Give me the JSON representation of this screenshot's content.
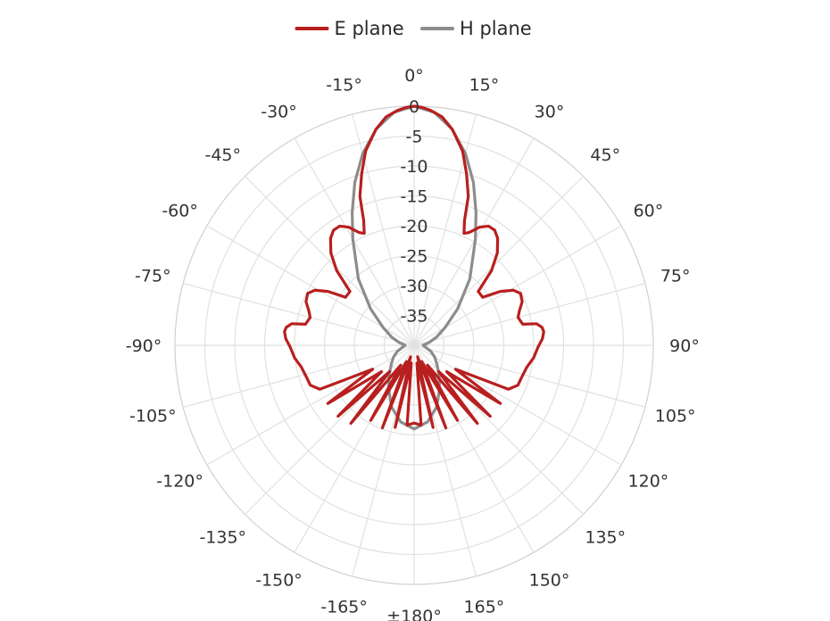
{
  "chart_data": {
    "type": "polar-line",
    "angle_unit": "degrees",
    "angle_zero": "top",
    "angle_direction": "clockwise",
    "angle_ticks": [
      {
        "deg": 0,
        "label": "0°"
      },
      {
        "deg": 15,
        "label": "15°"
      },
      {
        "deg": 30,
        "label": "30°"
      },
      {
        "deg": 45,
        "label": "45°"
      },
      {
        "deg": 60,
        "label": "60°"
      },
      {
        "deg": 75,
        "label": "75°"
      },
      {
        "deg": 90,
        "label": "90°"
      },
      {
        "deg": 105,
        "label": "105°"
      },
      {
        "deg": 120,
        "label": "120°"
      },
      {
        "deg": 135,
        "label": "135°"
      },
      {
        "deg": 150,
        "label": "150°"
      },
      {
        "deg": 165,
        "label": "165°"
      },
      {
        "deg": 180,
        "label": "±180°"
      },
      {
        "deg": -165,
        "label": "-165°"
      },
      {
        "deg": -150,
        "label": "-150°"
      },
      {
        "deg": -135,
        "label": "-135°"
      },
      {
        "deg": -120,
        "label": "-120°"
      },
      {
        "deg": -105,
        "label": "-105°"
      },
      {
        "deg": -90,
        "label": "-90°"
      },
      {
        "deg": -75,
        "label": "-75°"
      },
      {
        "deg": -60,
        "label": "-60°"
      },
      {
        "deg": -45,
        "label": "-45°"
      },
      {
        "deg": -30,
        "label": "-30°"
      },
      {
        "deg": -15,
        "label": "-15°"
      }
    ],
    "radial_ticks": [
      {
        "value": 0,
        "label": "0"
      },
      {
        "value": -5,
        "label": "-5"
      },
      {
        "value": -10,
        "label": "-10"
      },
      {
        "value": -15,
        "label": "-15"
      },
      {
        "value": -20,
        "label": "-20"
      },
      {
        "value": -25,
        "label": "-25"
      },
      {
        "value": -30,
        "label": "-30"
      },
      {
        "value": -35,
        "label": "-35"
      }
    ],
    "rlim": [
      -40,
      0
    ],
    "grid": true,
    "legend_position": "top",
    "series": [
      {
        "name": "E plane",
        "color": "#b81f1f",
        "points": [
          [
            -180,
            -27
          ],
          [
            -175,
            -26.6
          ],
          [
            -171,
            -37
          ],
          [
            -167,
            -25.9
          ],
          [
            -163,
            -38
          ],
          [
            -159,
            -25.2
          ],
          [
            -155,
            -37
          ],
          [
            -150,
            -25.5
          ],
          [
            -146,
            -36
          ],
          [
            -141,
            -23.2
          ],
          [
            -137,
            -34
          ],
          [
            -133,
            -22.6
          ],
          [
            -129,
            -33
          ],
          [
            -124,
            -22.6
          ],
          [
            -120,
            -32
          ],
          [
            -115,
            -22.6
          ],
          [
            -111,
            -21.4
          ],
          [
            -106,
            -21.2
          ],
          [
            -101,
            -20.8
          ],
          [
            -96,
            -19.9
          ],
          [
            -91,
            -19.3
          ],
          [
            -87,
            -18.5
          ],
          [
            -84,
            -18.2
          ],
          [
            -82,
            -18.4
          ],
          [
            -80,
            -19.2
          ],
          [
            -79,
            -21.5
          ],
          [
            -75,
            -22
          ],
          [
            -72,
            -21.5
          ],
          [
            -68,
            -20.5
          ],
          [
            -64,
            -20.2
          ],
          [
            -61,
            -21
          ],
          [
            -58,
            -23
          ],
          [
            -55,
            -26
          ],
          [
            -50,
            -26
          ],
          [
            -46,
            -22
          ],
          [
            -42,
            -19.2
          ],
          [
            -38,
            -17.3
          ],
          [
            -35,
            -16.5
          ],
          [
            -32,
            -16.5
          ],
          [
            -29,
            -17.4
          ],
          [
            -26,
            -19
          ],
          [
            -24,
            -19.5
          ],
          [
            -22,
            -17.5
          ],
          [
            -20,
            -13.5
          ],
          [
            -17,
            -10
          ],
          [
            -14,
            -6.5
          ],
          [
            -10,
            -3.3
          ],
          [
            -7,
            -1.5
          ],
          [
            -4,
            -0.6
          ],
          [
            -2,
            -0.2
          ],
          [
            0,
            0
          ],
          [
            2,
            -0.2
          ],
          [
            4,
            -0.6
          ],
          [
            7,
            -1.5
          ],
          [
            10,
            -3.3
          ],
          [
            14,
            -6.5
          ],
          [
            17,
            -10
          ],
          [
            20,
            -13.5
          ],
          [
            22,
            -17.5
          ],
          [
            24,
            -19.5
          ],
          [
            26,
            -19
          ],
          [
            29,
            -17.4
          ],
          [
            32,
            -16.5
          ],
          [
            35,
            -16.5
          ],
          [
            38,
            -17.3
          ],
          [
            42,
            -19.2
          ],
          [
            46,
            -22
          ],
          [
            50,
            -26
          ],
          [
            55,
            -26
          ],
          [
            58,
            -23
          ],
          [
            61,
            -21
          ],
          [
            64,
            -20.2
          ],
          [
            68,
            -20.5
          ],
          [
            72,
            -21.5
          ],
          [
            75,
            -22
          ],
          [
            79,
            -21.5
          ],
          [
            80,
            -19.2
          ],
          [
            82,
            -18.4
          ],
          [
            84,
            -18.2
          ],
          [
            87,
            -18.5
          ],
          [
            91,
            -19.3
          ],
          [
            96,
            -19.9
          ],
          [
            101,
            -20.8
          ],
          [
            106,
            -21.2
          ],
          [
            111,
            -21.4
          ],
          [
            115,
            -22.6
          ],
          [
            120,
            -32
          ],
          [
            124,
            -22.6
          ],
          [
            129,
            -33
          ],
          [
            133,
            -22.6
          ],
          [
            137,
            -34
          ],
          [
            141,
            -23.2
          ],
          [
            146,
            -36
          ],
          [
            150,
            -25.5
          ],
          [
            155,
            -37
          ],
          [
            159,
            -25.2
          ],
          [
            163,
            -38
          ],
          [
            167,
            -25.9
          ],
          [
            171,
            -37
          ],
          [
            175,
            -26.6
          ],
          [
            180,
            -27
          ]
        ]
      },
      {
        "name": "H plane",
        "color": "#8c8c8c",
        "points": [
          [
            -180,
            -26
          ],
          [
            -170,
            -27
          ],
          [
            -160,
            -29
          ],
          [
            -150,
            -31.5
          ],
          [
            -140,
            -33.5
          ],
          [
            -130,
            -35
          ],
          [
            -120,
            -36
          ],
          [
            -110,
            -37
          ],
          [
            -100,
            -38
          ],
          [
            -90,
            -38.5
          ],
          [
            -80,
            -37.5
          ],
          [
            -70,
            -36
          ],
          [
            -60,
            -34
          ],
          [
            -50,
            -30.5
          ],
          [
            -40,
            -25.5
          ],
          [
            -30,
            -19.5
          ],
          [
            -25,
            -15.5
          ],
          [
            -20,
            -11
          ],
          [
            -15,
            -6.8
          ],
          [
            -10,
            -3.3
          ],
          [
            -5,
            -0.9
          ],
          [
            0,
            0
          ],
          [
            5,
            -0.9
          ],
          [
            10,
            -3.3
          ],
          [
            15,
            -6.8
          ],
          [
            20,
            -11
          ],
          [
            25,
            -15.5
          ],
          [
            30,
            -19.5
          ],
          [
            40,
            -25.5
          ],
          [
            50,
            -30.5
          ],
          [
            60,
            -34
          ],
          [
            70,
            -36
          ],
          [
            80,
            -37.5
          ],
          [
            90,
            -38.5
          ],
          [
            100,
            -38
          ],
          [
            110,
            -37
          ],
          [
            120,
            -36
          ],
          [
            130,
            -35
          ],
          [
            140,
            -33.5
          ],
          [
            150,
            -31.5
          ],
          [
            160,
            -29
          ],
          [
            170,
            -27
          ],
          [
            180,
            -26
          ]
        ]
      }
    ]
  }
}
